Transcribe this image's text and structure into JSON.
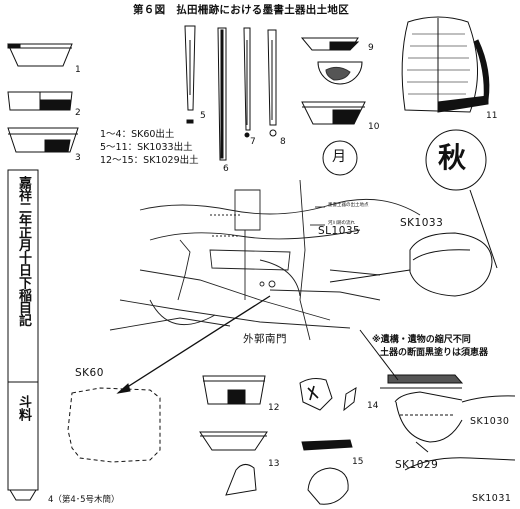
{
  "title": "第６図　払田柵跡における墨書土器出土地区",
  "figure_numbers": [
    "1",
    "2",
    "3",
    "5",
    "6",
    "7",
    "8",
    "9",
    "10",
    "11",
    "12",
    "13",
    "14",
    "15"
  ],
  "legend": [
    "1～4：SK60出土",
    "5～11：SK1033出土",
    "12～15：SK1029出土"
  ],
  "mokkan_caption": "4（第4･5号木簡）",
  "mokkan_text_1": "嘉祥二年正月十日下稲目記",
  "mokkan_text_2": "斗料",
  "bokusho": {
    "b_11": "秋",
    "b_plate": "月"
  },
  "map_labels": {
    "sl1035": "SL1035",
    "sk1033": "SK1033",
    "gate": "外郭南門",
    "sk60": "SK60",
    "sk1030": "SK1030",
    "sk1029": "SK1029",
    "sk1031": "SK1031",
    "annot_1": "墨書土器の出土地点",
    "annot_2": "河川跡の流れ"
  },
  "note": [
    "※遺構・遺物の縮尺不同",
    "土器の断面黒塗りは須恵器"
  ]
}
